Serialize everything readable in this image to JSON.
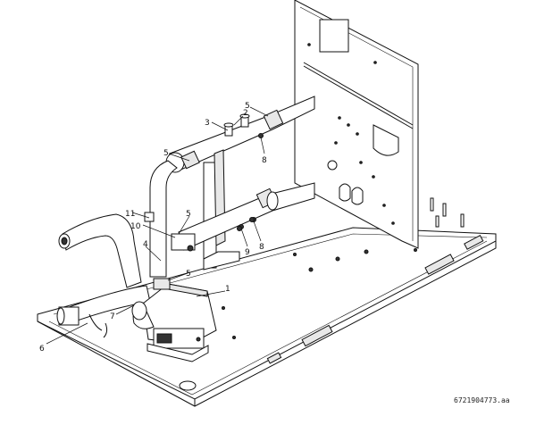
{
  "callouts": [
    {
      "id": "c1",
      "label": "1"
    },
    {
      "id": "c2",
      "label": "2"
    },
    {
      "id": "c3",
      "label": "3"
    },
    {
      "id": "c4",
      "label": "4"
    },
    {
      "id": "c5a",
      "label": "5"
    },
    {
      "id": "c5b",
      "label": "5"
    },
    {
      "id": "c5c",
      "label": "5"
    },
    {
      "id": "c5d",
      "label": "5"
    },
    {
      "id": "c6",
      "label": "6"
    },
    {
      "id": "c7",
      "label": "7"
    },
    {
      "id": "c8a",
      "label": "8"
    },
    {
      "id": "c8b",
      "label": "8"
    },
    {
      "id": "c9",
      "label": "9"
    },
    {
      "id": "c10",
      "label": "10"
    },
    {
      "id": "c11",
      "label": "11"
    }
  ],
  "reference_code": "6721904773.aa"
}
